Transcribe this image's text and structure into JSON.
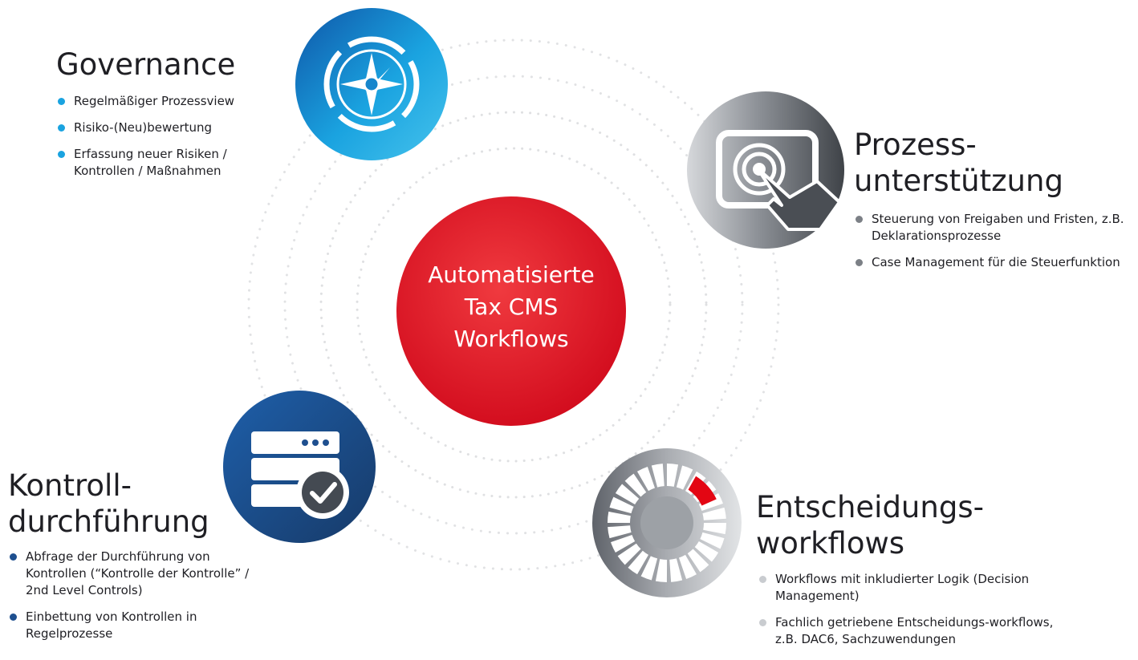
{
  "center": {
    "line1": "Automatisierte",
    "line2": "Tax CMS",
    "line3": "Workflows"
  },
  "colors": {
    "center_red": "#e30613",
    "governance_blue": "#1aa3e0",
    "kontroll_navy": "#1e4f8f",
    "grey_dot": "#9a9ea5",
    "light_grey_dot": "#c9ccd0",
    "text": "#1f1f24"
  },
  "sections": {
    "governance": {
      "icon": "compass-icon",
      "title": "Governance",
      "items": [
        "Regelmäßiger Prozessview",
        "Risiko-(Neu)bewertung",
        "Erfassung neuer Risiken / Kontrollen / Maßnahmen"
      ]
    },
    "prozess": {
      "icon": "touch-screen-icon",
      "title_line1": "Prozess-",
      "title_line2": "unterstützung",
      "items": [
        "Steuerung von Freigaben und Fristen, z.B. Deklarationsprozesse",
        "Case Management für die Steuerfunktion"
      ]
    },
    "kontroll": {
      "icon": "server-check-icon",
      "title_line1": "Kontroll-",
      "title_line2": "durchführung",
      "items": [
        "Abfrage der Durchführung von Kontrollen (“Kontrolle der Kontrolle” / 2nd Level Controls)",
        "Einbettung von Kontrollen in Regelprozesse"
      ]
    },
    "entscheidung": {
      "icon": "wheel-progress-icon",
      "title_line1": "Entscheidungs-",
      "title_line2": "workflows",
      "items": [
        "Workflows mit inkludierter Logik (Decision Management)",
        "Fachlich getriebene Entscheidungs-workflows, z.B. DAC6, Sachzuwendungen"
      ]
    }
  }
}
